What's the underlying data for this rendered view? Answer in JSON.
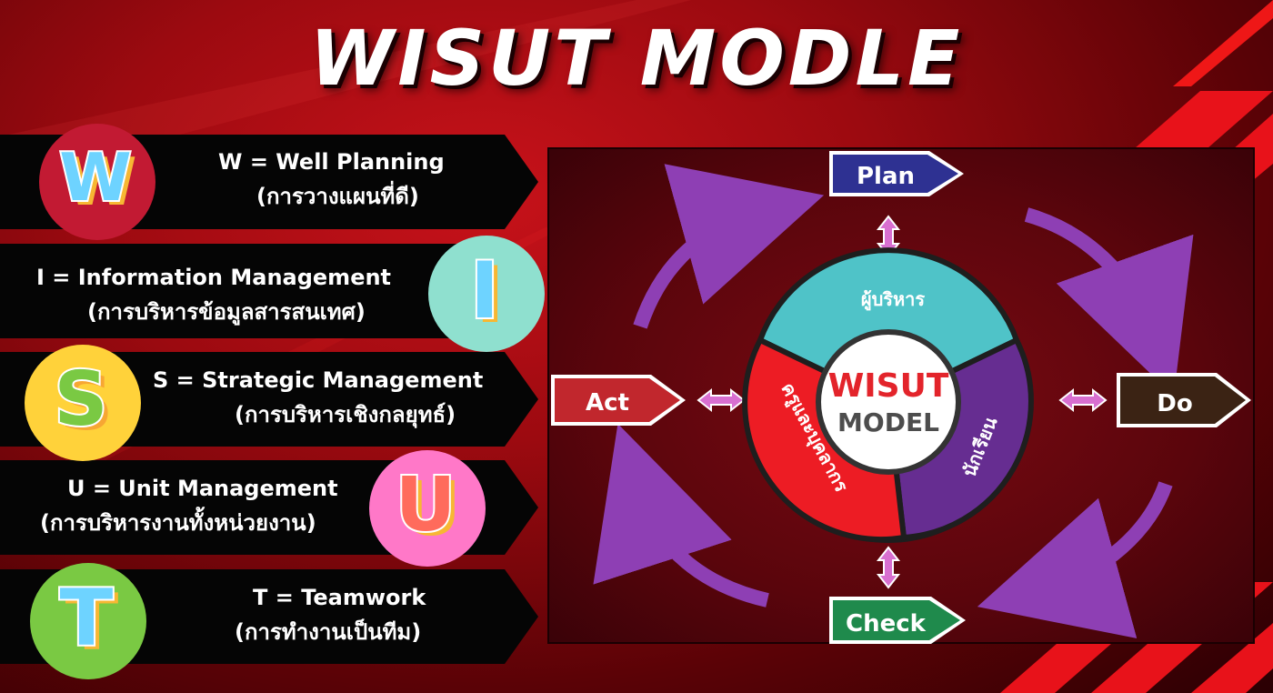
{
  "title": "WISUT MODLE",
  "items": [
    {
      "letter": "W",
      "line1": "W =  Well Planning",
      "line2": "(การวางแผนที่ดี)",
      "badge_color": "#c21a33",
      "letter_color": "#6ed3ff"
    },
    {
      "letter": "I",
      "line1": "I  =  Information Management",
      "line2": "(การบริหารข้อมูลสารสนเทศ)",
      "badge_color": "#8fe0cf",
      "letter_color": "#6ed3ff"
    },
    {
      "letter": "S",
      "line1": "S  =  Strategic Management",
      "line2": "(การบริหารเชิงกลยุทธ์)",
      "badge_color": "#ffd23a",
      "letter_color": "#7ac943"
    },
    {
      "letter": "U",
      "line1": "U  =  Unit Management",
      "line2": "(การบริหารงานทั้งหน่วยงาน)",
      "badge_color": "#ff78c8",
      "letter_color": "#ff6b5c"
    },
    {
      "letter": "T",
      "line1": "T  = Teamwork",
      "line2": "(การทำงานเป็นทีม)",
      "badge_color": "#7ac943",
      "letter_color": "#6ed3ff"
    }
  ],
  "cycle": {
    "plan": "Plan",
    "do": "Do",
    "check": "Check",
    "act": "Act",
    "center_line1": "WISUT",
    "center_line2": "MODEL",
    "seg_top": "ผู้บริหาร",
    "seg_left": "ครูและบุคลากร",
    "seg_right": "นักเรียน",
    "colors": {
      "plan": "#2e3192",
      "do": "#3b2314",
      "check": "#1f8a4c",
      "act": "#c1272d",
      "seg_top": "#4fc3c8",
      "seg_left": "#ed1c24",
      "seg_right": "#662d91",
      "arrow": "#8e3fb4"
    }
  }
}
